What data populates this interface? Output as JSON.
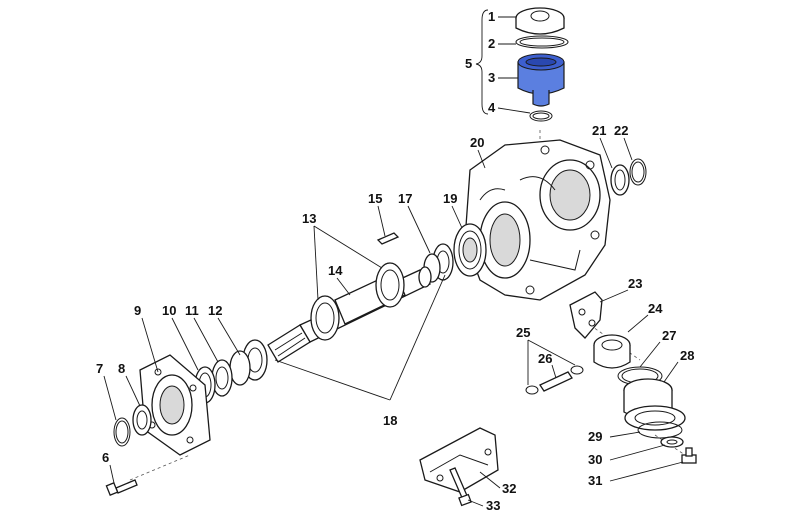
{
  "callouts": {
    "c1": "1",
    "c2": "2",
    "c3": "3",
    "c4": "4",
    "c5": "5",
    "c6": "6",
    "c7": "7",
    "c8": "8",
    "c9": "9",
    "c10": "10",
    "c11": "11",
    "c12": "12",
    "c13": "13",
    "c14": "14",
    "c15": "15",
    "c17": "17",
    "c18": "18",
    "c19": "19",
    "c20": "20",
    "c21": "21",
    "c22": "22",
    "c23": "23",
    "c24": "24",
    "c25": "25",
    "c26": "26",
    "c27": "27",
    "c28": "28",
    "c29": "29",
    "c30": "30",
    "c31": "31",
    "c32": "32",
    "c33": "33"
  },
  "colors": {
    "highlight": "#5b7fe0",
    "ink": "#1a1a1a"
  },
  "icons": {
    "part1_cap_text": "stamped-text-mark"
  }
}
